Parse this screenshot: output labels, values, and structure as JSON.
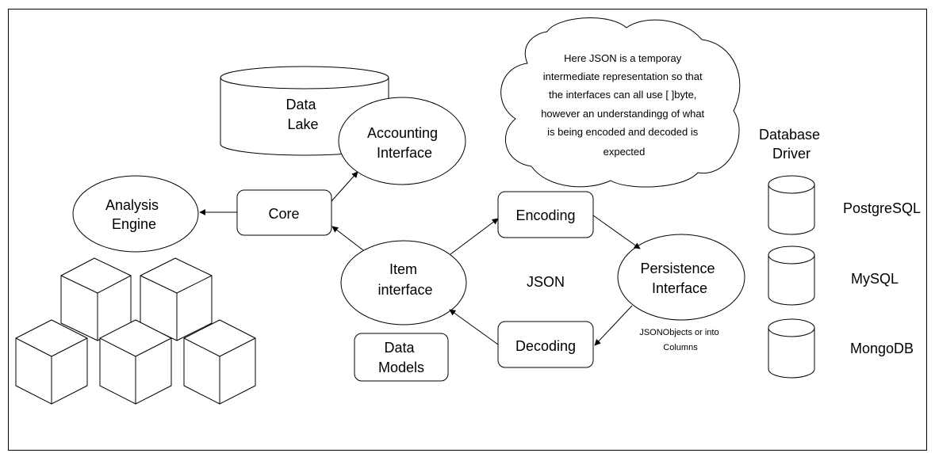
{
  "nodes": {
    "data_lake": [
      "Data",
      "Lake"
    ],
    "accounting_interface": [
      "Accounting",
      "Interface"
    ],
    "analysis_engine": [
      "Analysis",
      "Engine"
    ],
    "core": "Core",
    "item_interface": [
      "Item",
      "interface"
    ],
    "data_models": [
      "Data",
      "Models"
    ],
    "encoding": "Encoding",
    "decoding": "Decoding",
    "persistence_interface": [
      "Persistence",
      "Interface"
    ],
    "json_label": "JSON",
    "jsonobjects_note": [
      "JSONObjects or into",
      "Columns"
    ],
    "database_driver": [
      "Database",
      "Driver"
    ]
  },
  "cloud_note": [
    "Here JSON is a temporay",
    "intermediate representation so that",
    "the interfaces can all use [ ]byte,",
    "however an understandingg of what",
    "is being encoded and decoded is",
    "expected"
  ],
  "databases": [
    "PostgreSQL",
    "MySQL",
    "MongoDB"
  ]
}
